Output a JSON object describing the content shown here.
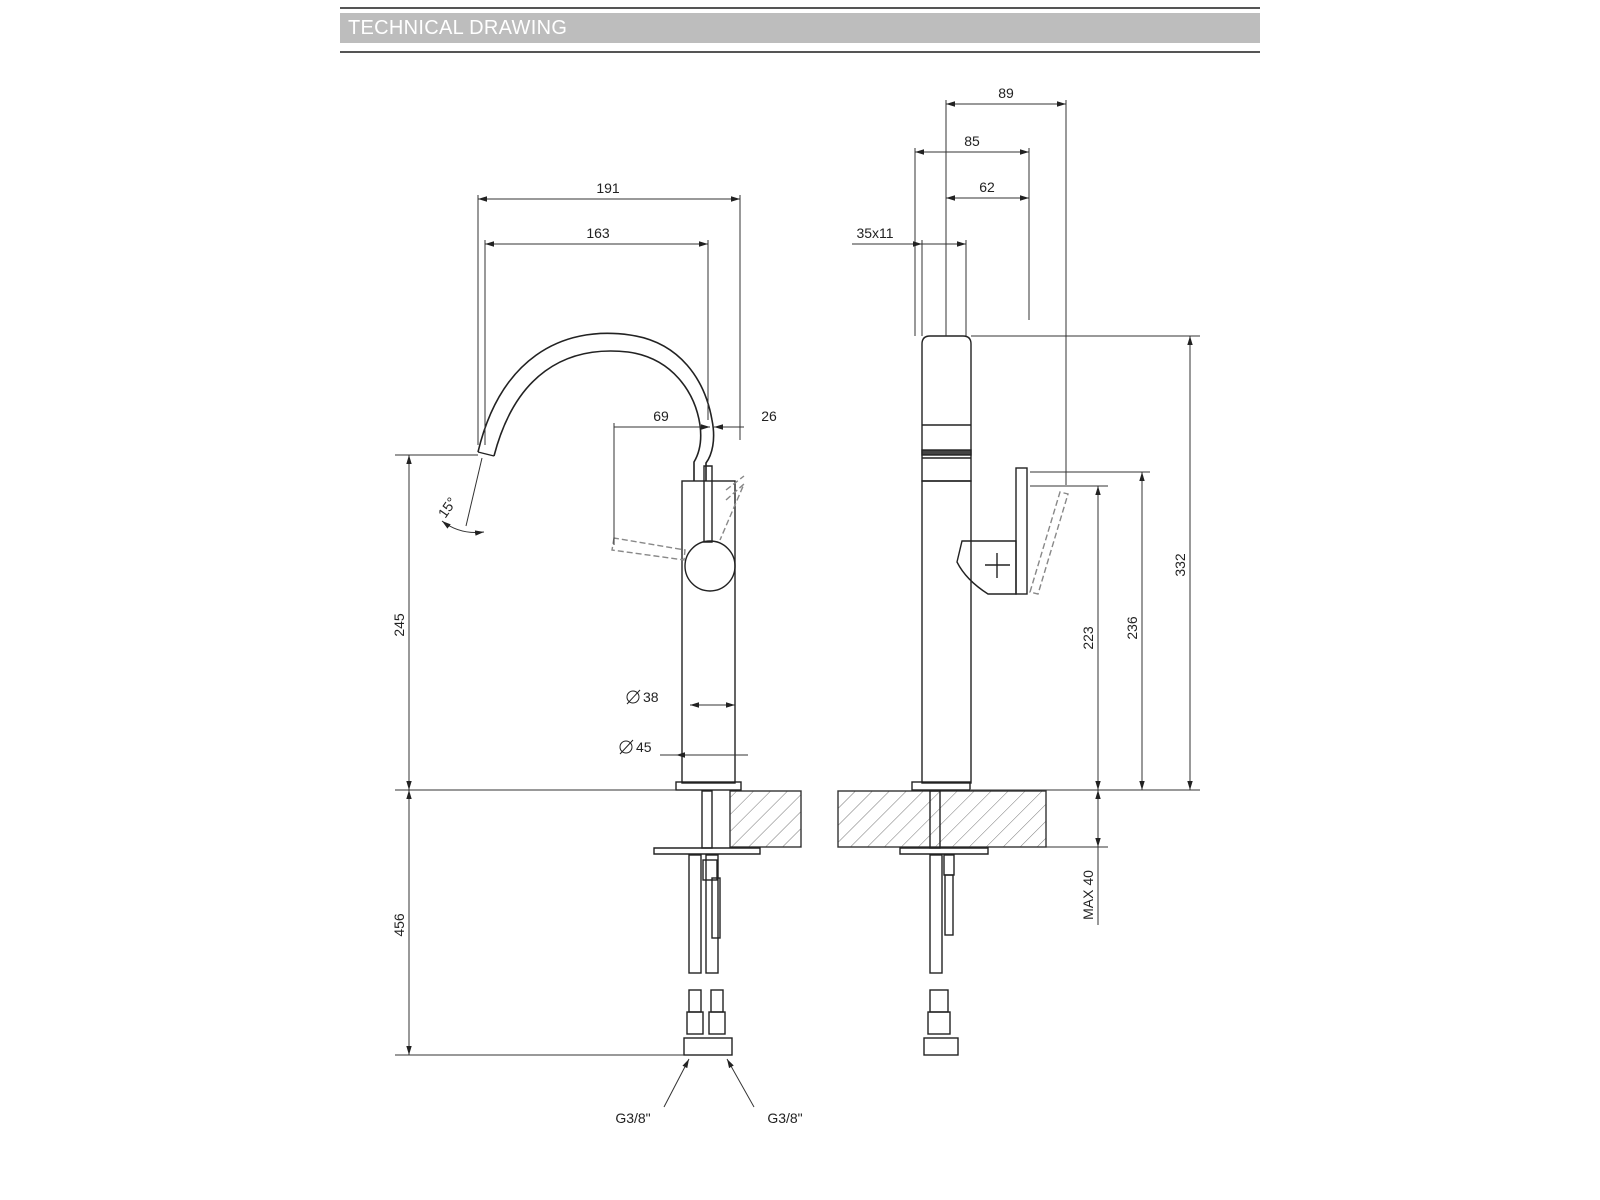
{
  "header": {
    "title": "TECHNICAL DRAWING"
  },
  "dims": {
    "w191": "191",
    "w163": "163",
    "w69": "69",
    "w26": "26",
    "angle": "15°",
    "h245": "245",
    "h456": "456",
    "d38": "38",
    "d45": "45",
    "w89": "89",
    "w85": "85",
    "w62": "62",
    "handle": "35x11",
    "h332": "332",
    "h236": "236",
    "h223": "223",
    "max40": "MAX 40"
  },
  "connections": {
    "left": "G3/8\"",
    "right": "G3/8\""
  }
}
